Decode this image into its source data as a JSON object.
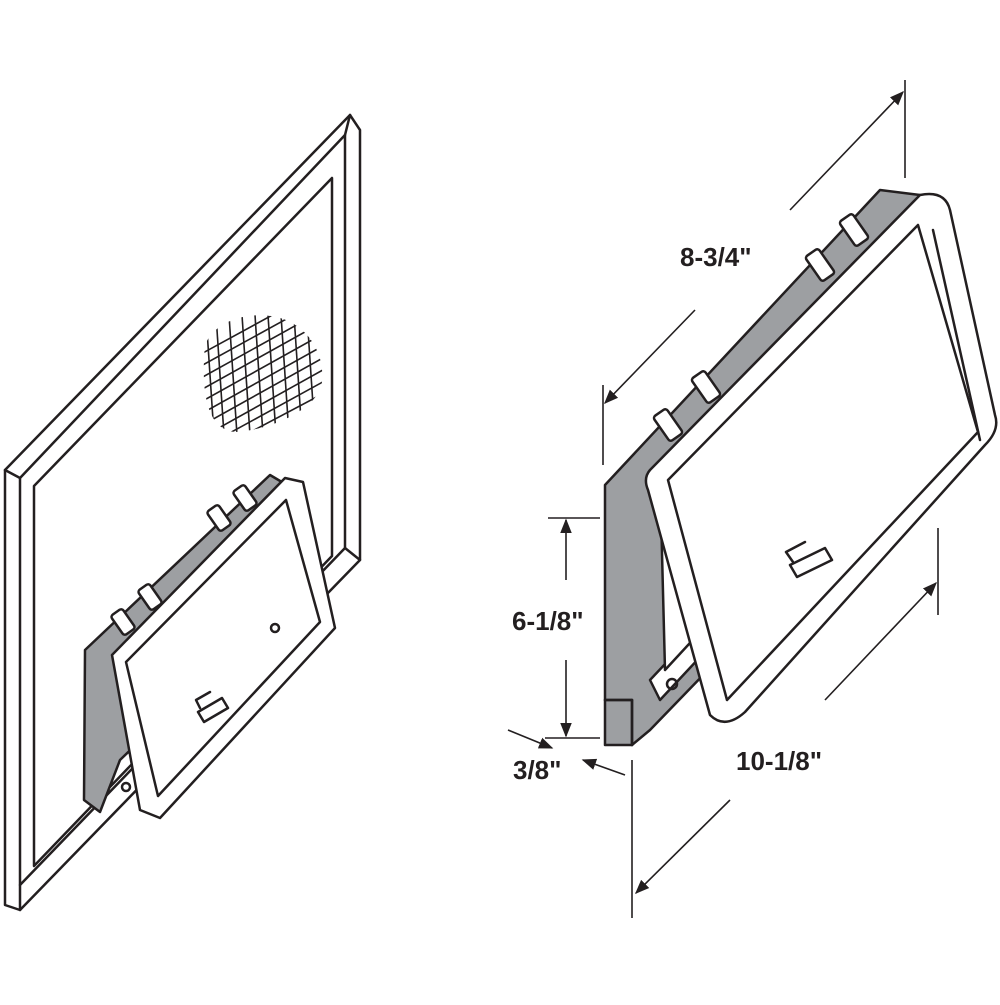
{
  "dimensions": {
    "length": "8-3/4\"",
    "height": "6-1/8\"",
    "depth": "3/8\"",
    "width": "10-1/8\""
  },
  "colors": {
    "line": "#231f20",
    "flange": "#9d9fa2",
    "background": "#ffffff"
  }
}
